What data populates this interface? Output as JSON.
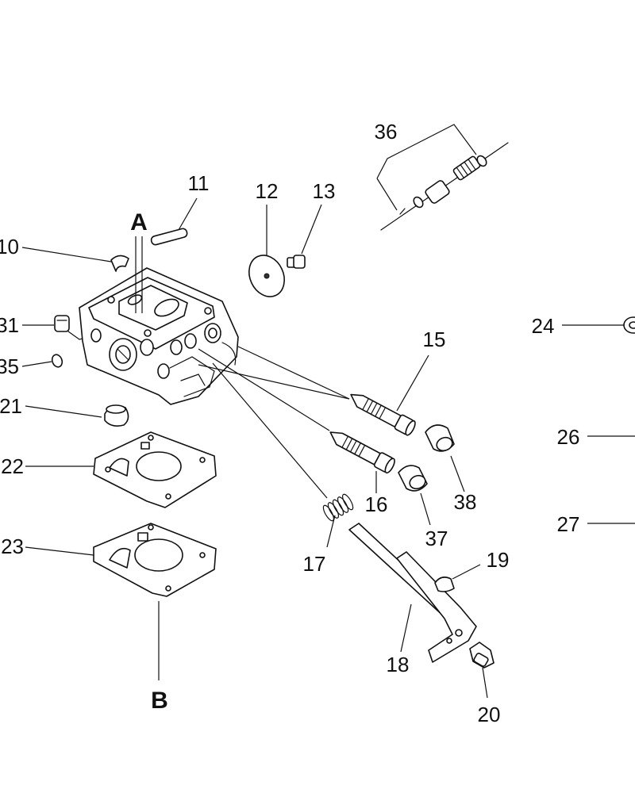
{
  "diagram": {
    "labels": {
      "l36": "36",
      "l11": "11",
      "l12": "12",
      "l13": "13",
      "lA": "A",
      "lB": "B",
      "l10": "10",
      "l31": "31",
      "l35": "35",
      "l21": "21",
      "l22": "22",
      "l23": "23",
      "l24": "24",
      "l15": "15",
      "l26": "26",
      "l27": "27",
      "l38": "38",
      "l16": "16",
      "l37": "37",
      "l17": "17",
      "l19": "19",
      "l18": "18",
      "l20": "20"
    }
  }
}
